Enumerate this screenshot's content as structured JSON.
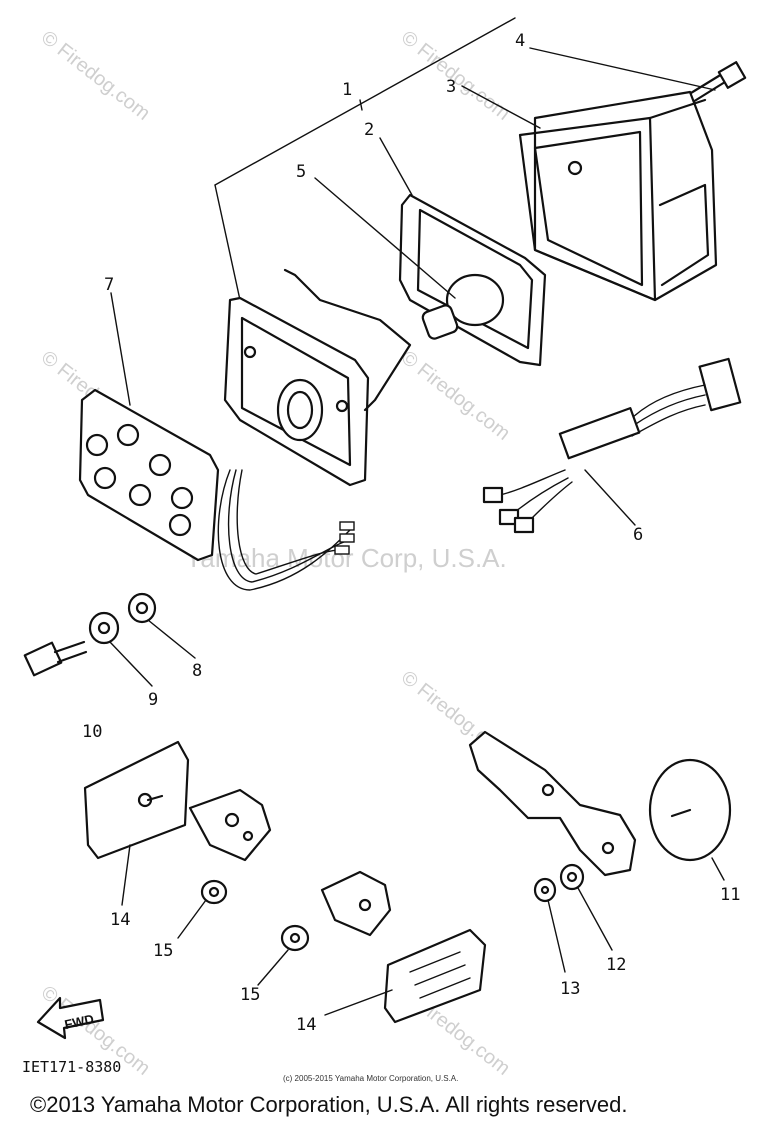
{
  "callouts": [
    "1",
    "2",
    "3",
    "4",
    "5",
    "6",
    "7",
    "8",
    "9",
    "10",
    "11",
    "12",
    "13",
    "14",
    "15",
    "14",
    "15"
  ],
  "watermark": {
    "center": "Yamaha Motor Corp, U.S.A.",
    "corner": "© Firedog.com"
  },
  "fwd_label": "FWD",
  "diagram_code": "IET171-8380",
  "small_copyright": "(c) 2005-2015 Yamaha Motor Corporation, U.S.A.",
  "copyright": "©2013 Yamaha Motor Corporation, U.S.A. All rights reserved."
}
